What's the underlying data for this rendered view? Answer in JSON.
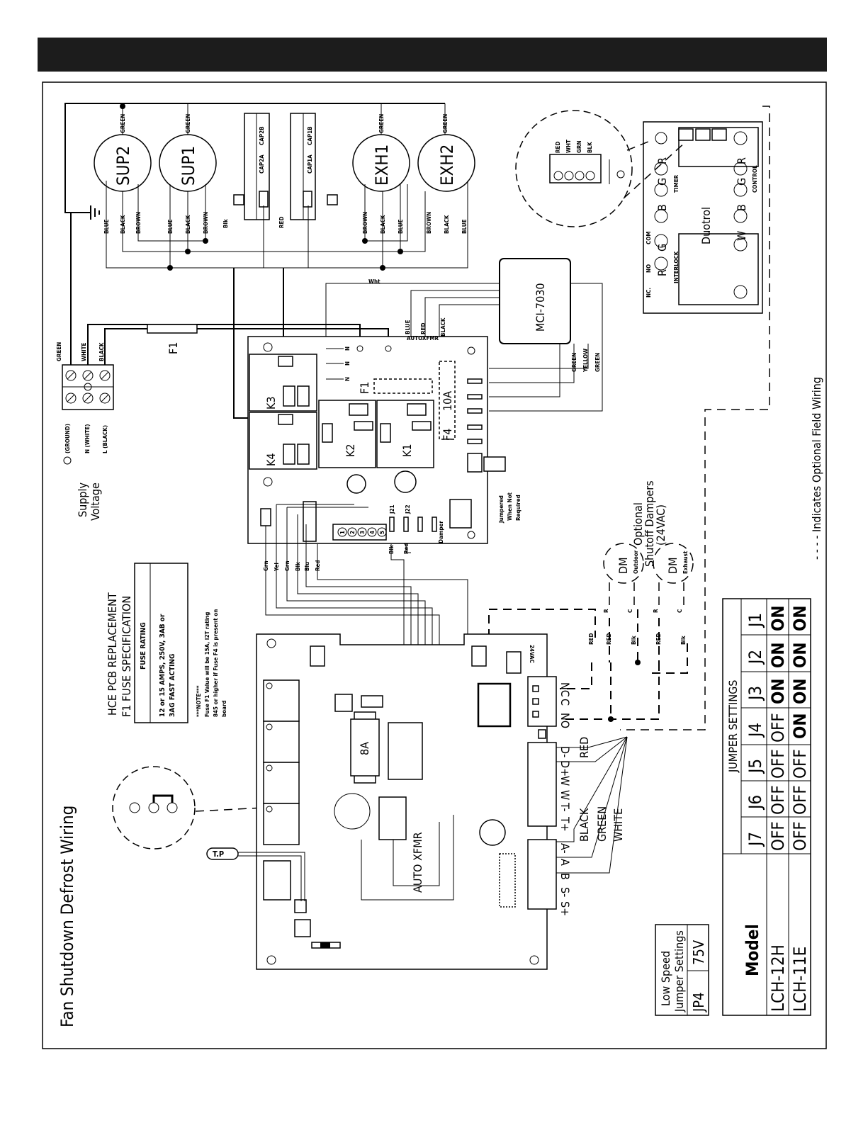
{
  "title": "Fan Shutdown Defrost Wiring",
  "supply": {
    "label_line1": "Supply",
    "label_line2": "Voltage",
    "ground": "(GROUND)",
    "neutral": "N (WHITE)",
    "line": "L (BLACK)",
    "fuse": "F1"
  },
  "motors": [
    {
      "label": "SUP2",
      "cap": "CAP2B"
    },
    {
      "label": "SUP1",
      "cap": "CAP2A"
    },
    {
      "label": "EXH1",
      "cap": "CAP1A"
    },
    {
      "label": "EXH2",
      "cap": "CAP1B"
    }
  ],
  "wire_colors": {
    "blue": "BLUE",
    "black": "BLACK",
    "brown": "BROWN",
    "green": "GREEN",
    "white": "WHITE",
    "red": "RED",
    "yellow": "YELLOW",
    "blk": "Blk",
    "red_short": "RED",
    "wht": "Wht",
    "grn": "Grn",
    "yel": "Yel",
    "blu": "Blu",
    "red_mixed": "Red"
  },
  "transformer": {
    "label": "MCI-7030"
  },
  "pcb_top": {
    "relays": [
      "K3",
      "K4",
      "K2",
      "K1"
    ],
    "fuse_f1": "F1",
    "fuse_f4": "F4",
    "fuse_10a": "10A",
    "autoxfmr": "AUTOXFMR",
    "j21": "J21",
    "j22": "J22",
    "damper": "Damper",
    "jumpered_line1": "Jumpered",
    "jumpered_line2": "When Not",
    "jumpered_line3": "Required",
    "terminals": [
      "1",
      "2",
      "3",
      "4",
      "5"
    ]
  },
  "duotrol": {
    "label": "Duotrol",
    "interlock": "INTERLOCK",
    "timer": "TIMER",
    "control": "CONTROL",
    "interlock_terms": [
      "R",
      "G"
    ],
    "timer_terms": [
      "B",
      "G",
      "R"
    ],
    "control_terms": [
      "W",
      "B",
      "G",
      "R"
    ],
    "nc": "NC.",
    "no": "NO",
    "com": "COM",
    "inset_wires": [
      "RED",
      "WHT",
      "GRN",
      "BLK"
    ]
  },
  "dampers": {
    "title_line1": "Optional",
    "title_line2": "Shutoff Dampers",
    "title_line3": "(24VAC)",
    "dm": "DM",
    "outdoor": "Outdoor",
    "exhaust": "Exhaust",
    "r": "R",
    "c": "C"
  },
  "legend": "- - - - Indicates Optional Field Wiring",
  "hce": {
    "line1": "HCE PCB REPLACEMENT",
    "line2": "F1 FUSE SPECIFICATION",
    "header": "FUSE RATING",
    "row_line1": "12 or 15 AMPS, 250V, 3AB or",
    "row_line2": "3AG FAST ACTING",
    "note_line1": "***NOTE***",
    "note_line2": "Fuse F1 Value will be 15A, I2T rating",
    "note_line3": "845 or higher if Fuse F4 is present on",
    "note_line4": "board"
  },
  "pcb_bottom": {
    "fuse": "8A",
    "auto_xfmr": "AUTO XFMR",
    "tp": "T.P",
    "vac": "24VAC",
    "relay_terms": [
      "NC",
      "C",
      "NO"
    ],
    "terms_right": [
      "D-",
      "D+",
      "W",
      "W",
      "T-",
      "T+"
    ],
    "terms_left": [
      "A-",
      "A",
      "B",
      "S-",
      "S+"
    ],
    "bus_wires": [
      "RED",
      "BLACK",
      "GREEN",
      "WHITE"
    ]
  },
  "low_speed": {
    "line1": "Low Speed",
    "line2": "Jumper Settings",
    "jp": "JP4",
    "value": "75V"
  },
  "jumper_table": {
    "title": "JUMPER SETTINGS",
    "model_header": "Model",
    "columns": [
      "J7",
      "J6",
      "J5",
      "J4",
      "J3",
      "J2",
      "J1"
    ],
    "rows": [
      {
        "model": "LCH-12H",
        "values": [
          "OFF",
          "OFF",
          "OFF",
          "OFF",
          "ON",
          "ON",
          "ON"
        ]
      },
      {
        "model": "LCH-11E",
        "values": [
          "OFF",
          "OFF",
          "OFF",
          "ON",
          "ON",
          "ON",
          "ON"
        ]
      }
    ]
  }
}
